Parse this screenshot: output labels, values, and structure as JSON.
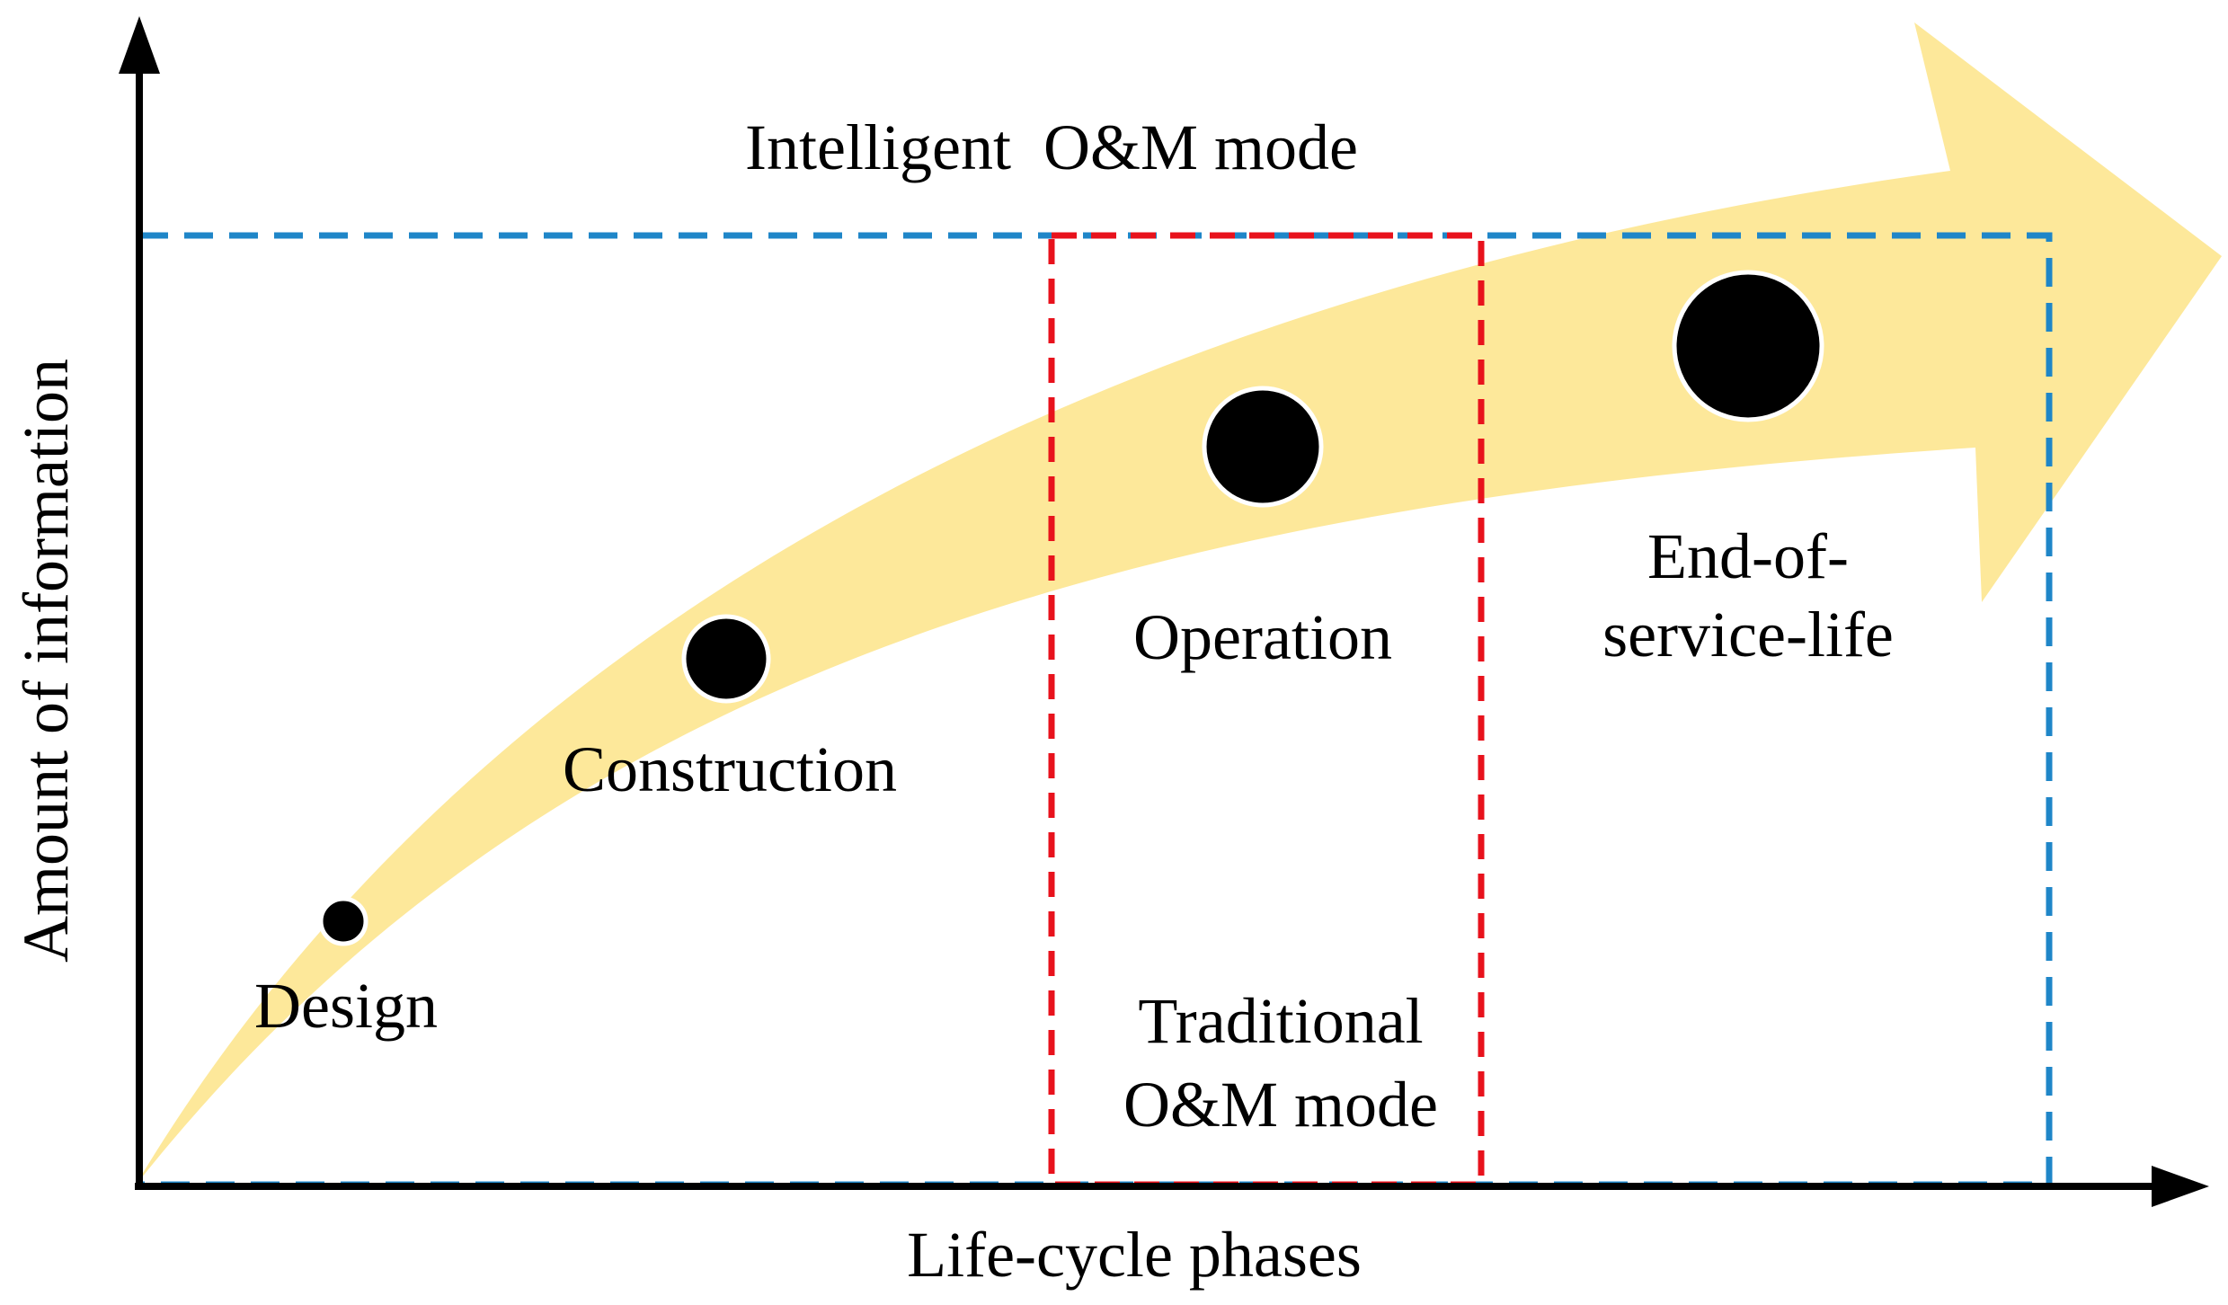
{
  "axes": {
    "x_label": "Life-cycle phases",
    "y_label": "Amount of information"
  },
  "modes": {
    "intelligent": {
      "label": "Intelligent  O&M mode",
      "color": "#1f86c8"
    },
    "traditional": {
      "line1": "Traditional",
      "line2": "O&M mode",
      "color": "#e8121c"
    }
  },
  "phases": [
    {
      "label_lines": [
        "Design"
      ]
    },
    {
      "label_lines": [
        "Construction"
      ]
    },
    {
      "label_lines": [
        "Operation"
      ]
    },
    {
      "label_lines": [
        "End-of-",
        "service-life"
      ]
    }
  ],
  "colors": {
    "arrow_fill": "#fde89a",
    "dot_fill": "#000000",
    "axis": "#000000"
  }
}
